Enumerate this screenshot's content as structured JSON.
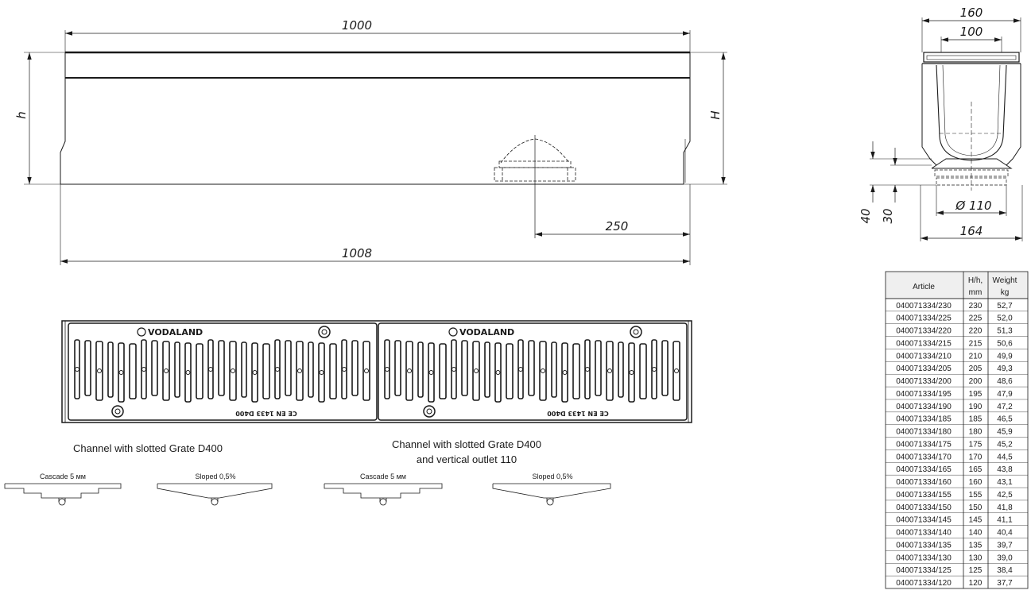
{
  "side_view": {
    "length_top": "1000",
    "length_bottom": "1008",
    "outlet_offset": "250",
    "height_left": "h",
    "height_right": "H"
  },
  "cross_section": {
    "outer_width": "160",
    "inner_width": "100",
    "base_width": "164",
    "outlet_diameter": "Ø 110",
    "dim_40": "40",
    "dim_30": "30"
  },
  "grate": {
    "brand_text": "VODALAND",
    "stamp_text": "CE EN 1433 D400"
  },
  "captions": {
    "left": "Channel with slotted Grate D400",
    "right_line1": "Channel with slotted Grate D400",
    "right_line2": "and vertical outlet 110"
  },
  "profiles": [
    {
      "label": "Cascade 5 мм"
    },
    {
      "label": "Sloped 0,5%"
    },
    {
      "label": "Cascade 5 мм"
    },
    {
      "label": "Sloped 0,5%"
    }
  ],
  "table": {
    "headers": {
      "article": "Article",
      "hh_line1": "H/h,",
      "hh_line2": "mm",
      "weight_line1": "Weight",
      "weight_line2": "kg"
    },
    "rows": [
      {
        "article": "040071334/230",
        "h": "230",
        "weight": "52,7"
      },
      {
        "article": "040071334/225",
        "h": "225",
        "weight": "52,0"
      },
      {
        "article": "040071334/220",
        "h": "220",
        "weight": "51,3"
      },
      {
        "article": "040071334/215",
        "h": "215",
        "weight": "50,6"
      },
      {
        "article": "040071334/210",
        "h": "210",
        "weight": "49,9"
      },
      {
        "article": "040071334/205",
        "h": "205",
        "weight": "49,3"
      },
      {
        "article": "040071334/200",
        "h": "200",
        "weight": "48,6"
      },
      {
        "article": "040071334/195",
        "h": "195",
        "weight": "47,9"
      },
      {
        "article": "040071334/190",
        "h": "190",
        "weight": "47,2"
      },
      {
        "article": "040071334/185",
        "h": "185",
        "weight": "46,5"
      },
      {
        "article": "040071334/180",
        "h": "180",
        "weight": "45,9"
      },
      {
        "article": "040071334/175",
        "h": "175",
        "weight": "45,2"
      },
      {
        "article": "040071334/170",
        "h": "170",
        "weight": "44,5"
      },
      {
        "article": "040071334/165",
        "h": "165",
        "weight": "43,8"
      },
      {
        "article": "040071334/160",
        "h": "160",
        "weight": "43,1"
      },
      {
        "article": "040071334/155",
        "h": "155",
        "weight": "42,5"
      },
      {
        "article": "040071334/150",
        "h": "150",
        "weight": "41,8"
      },
      {
        "article": "040071334/145",
        "h": "145",
        "weight": "41,1"
      },
      {
        "article": "040071334/140",
        "h": "140",
        "weight": "40,4"
      },
      {
        "article": "040071334/135",
        "h": "135",
        "weight": "39,7"
      },
      {
        "article": "040071334/130",
        "h": "130",
        "weight": "39,0"
      },
      {
        "article": "040071334/125",
        "h": "125",
        "weight": "38,4"
      },
      {
        "article": "040071334/120",
        "h": "120",
        "weight": "37,7"
      }
    ]
  }
}
